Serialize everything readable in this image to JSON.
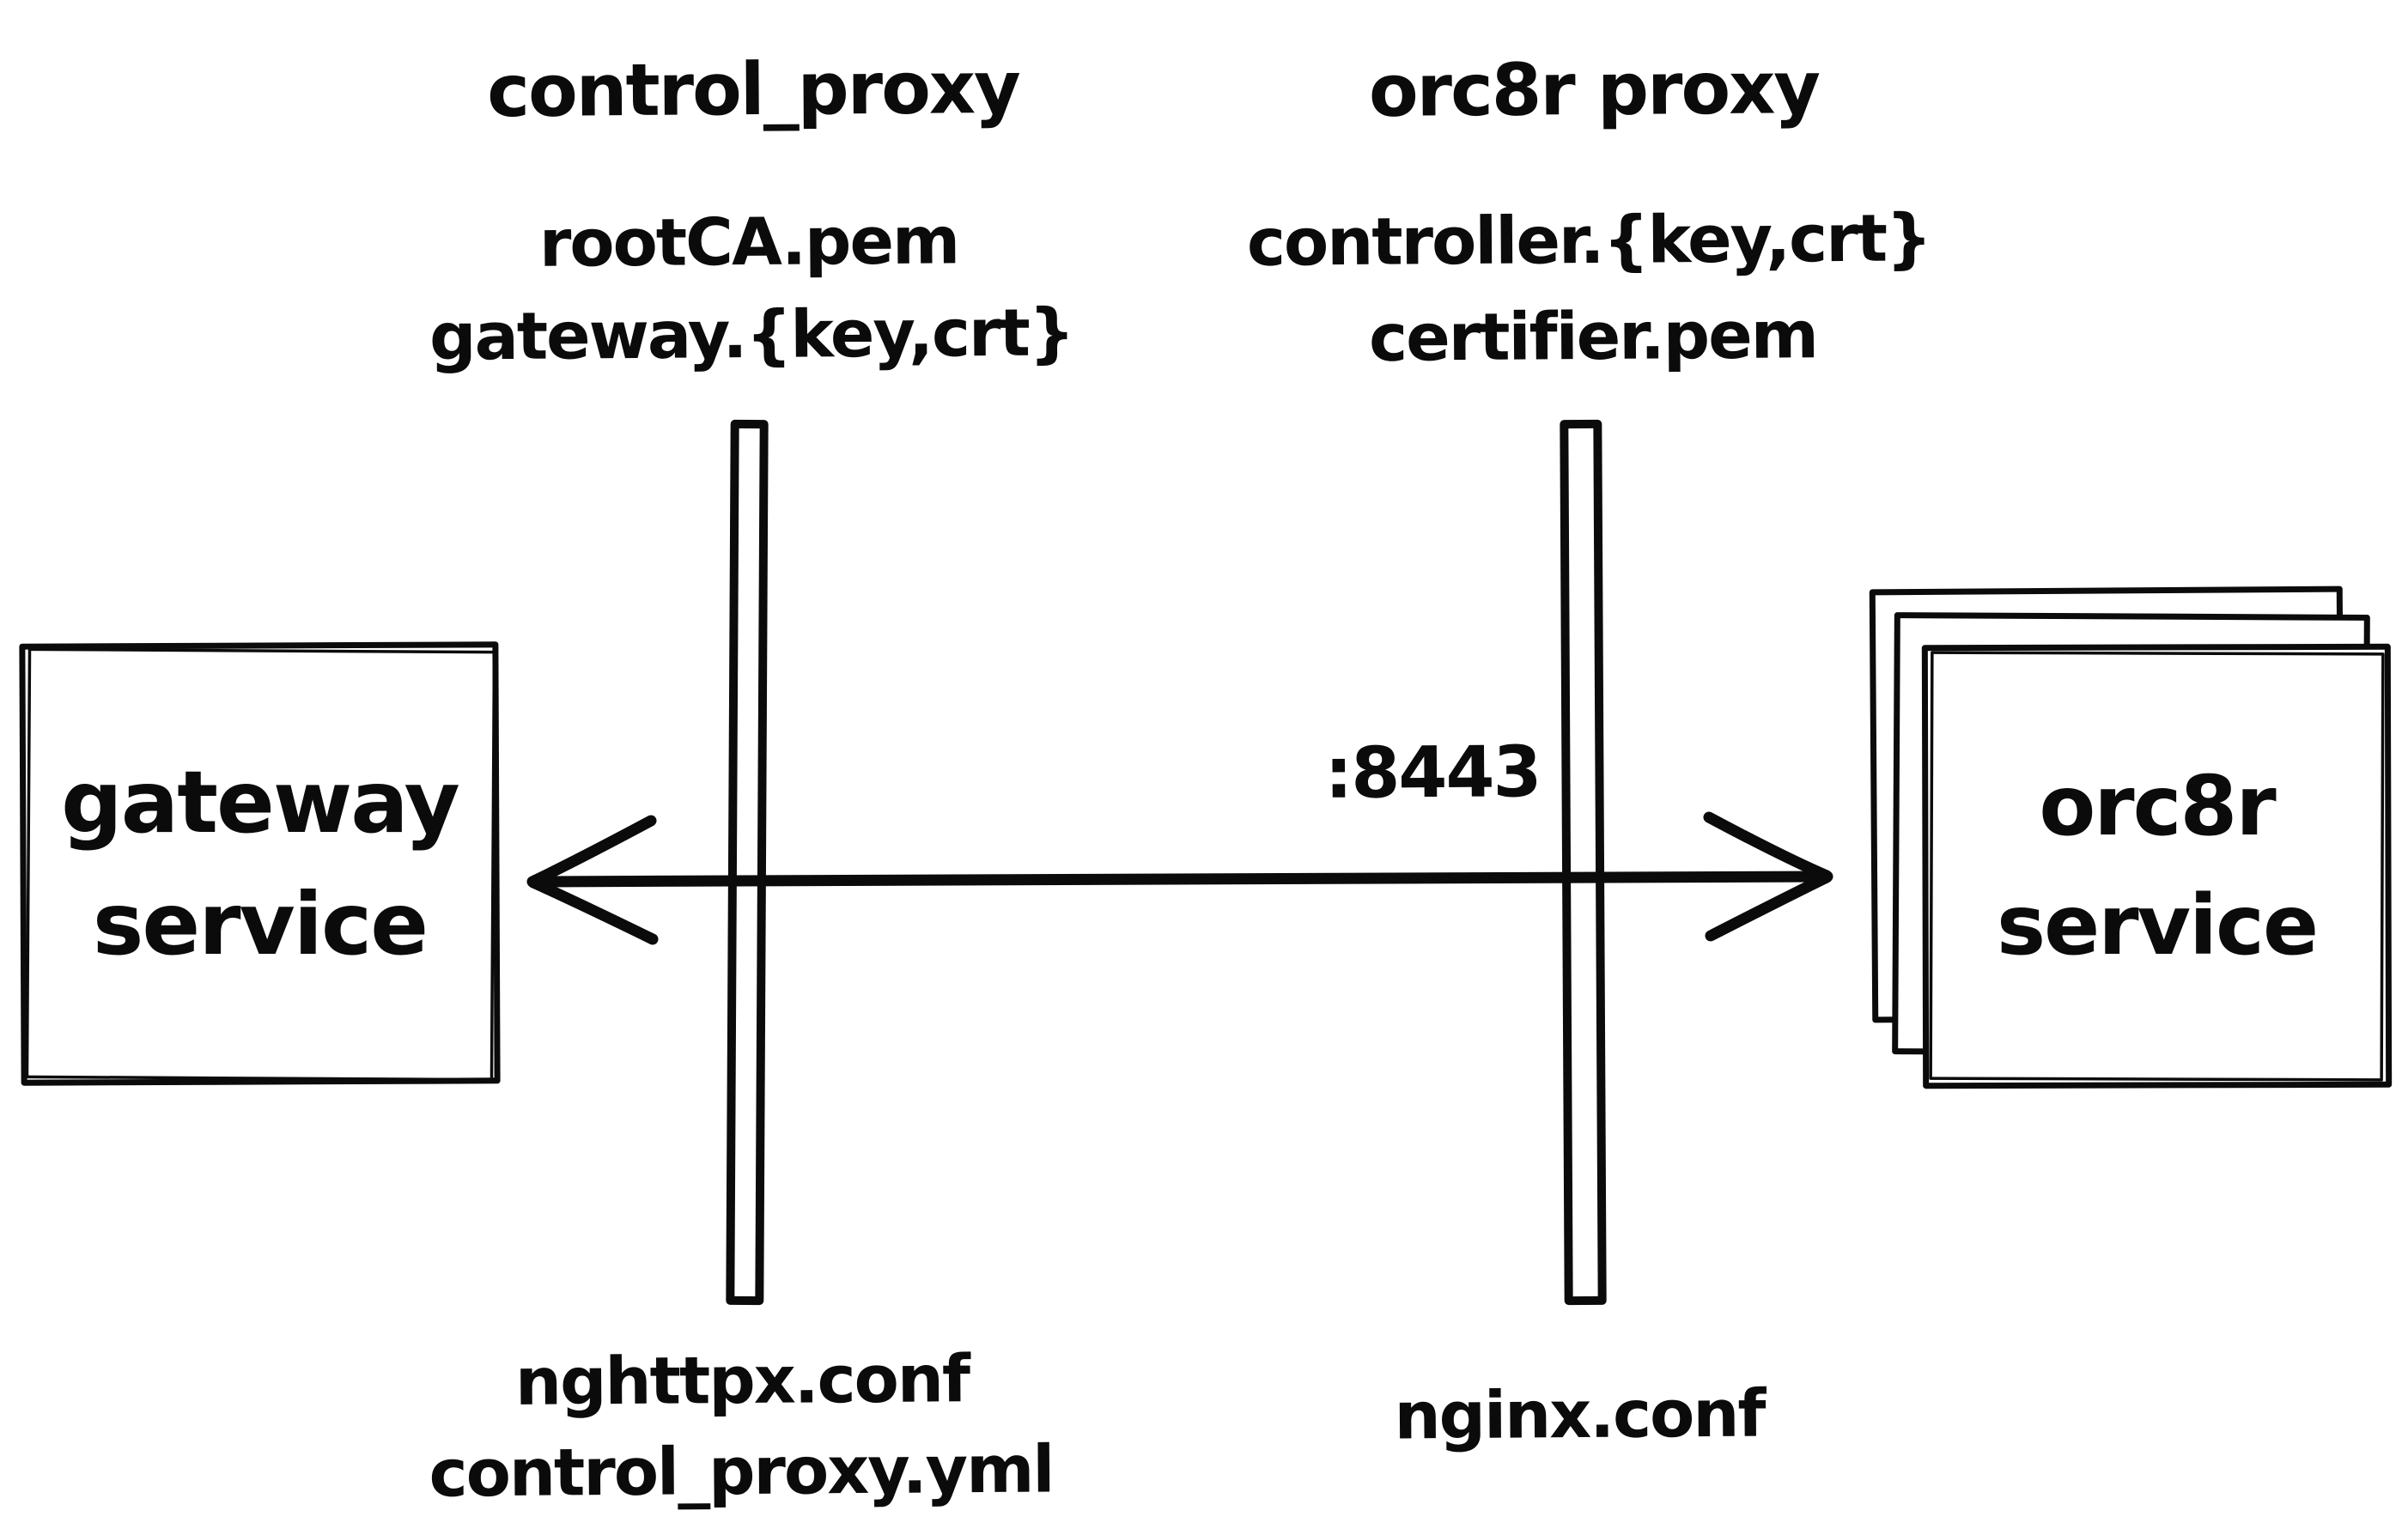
{
  "diagram": {
    "background_color": "#ffffff",
    "ink_color": "#0b0b0b",
    "nodes": {
      "gateway_box": {
        "label_line1": "gateway",
        "label_line2": "service"
      },
      "orc8r_box": {
        "label_line1": "orc8r",
        "label_line2": "service"
      }
    },
    "proxies": {
      "control_proxy": {
        "title": "control_proxy",
        "certs_line1": "rootCA.pem",
        "certs_line2": "gateway.{key,crt}",
        "configs_line1": "nghttpx.conf",
        "configs_line2": "control_proxy.yml"
      },
      "orc8r_proxy": {
        "title": "orc8r proxy",
        "certs_line1": "controller.{key,crt}",
        "certs_line2": "certifier.pem",
        "configs_line1": "nginx.conf"
      }
    },
    "connection": {
      "port_label": ":8443"
    }
  }
}
